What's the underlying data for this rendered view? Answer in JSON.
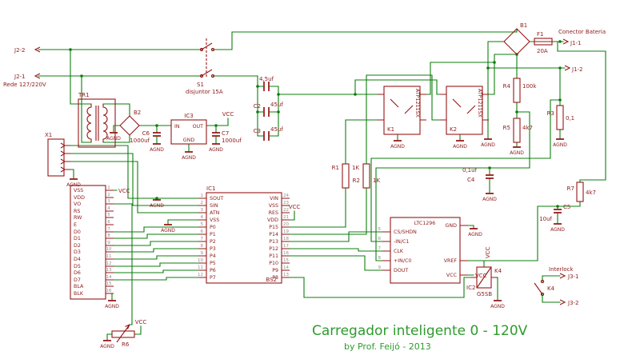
{
  "title": {
    "main": "Carregador inteligente 0 - 120V",
    "byline": "by Prof. Feijó - 2013"
  },
  "nets": {
    "vcc": "VCC",
    "agnd": "AGND"
  },
  "connectors": {
    "j2_2": "J2-2",
    "j2_1": "J2-1",
    "rede": "Rede 127/220V",
    "j1_1": "J1-1",
    "j1_2": "J1-2",
    "bateria": "Conector Bateria",
    "j3_1": "J3-1",
    "j3_2": "J3-2",
    "interlock": "Interlock",
    "x1": "X1"
  },
  "parts": {
    "tr1": {
      "ref": "TR1"
    },
    "b1": {
      "ref": "B1"
    },
    "b2": {
      "ref": "B2"
    },
    "s1": {
      "ref": "S1",
      "value": "disjuntor 15A"
    },
    "f1": {
      "ref": "F1",
      "value": "20A"
    },
    "ic3": {
      "ref": "IC3",
      "pin_in": "IN",
      "pin_out": "OUT",
      "pin_gnd": "GND"
    },
    "c6": {
      "ref": "C6",
      "value": "1000uf"
    },
    "c7": {
      "ref": "C7",
      "value": "1000uf"
    },
    "bank_c1_value": "4,5uf",
    "c2": {
      "ref": "C2",
      "value": "45uf"
    },
    "c3": {
      "ref": "C3",
      "value": "45uf"
    },
    "k1": {
      "ref": "K1",
      "value": "ATP1211SX"
    },
    "k2": {
      "ref": "K2",
      "value": "ATP1211SX"
    },
    "r1": {
      "ref": "R1",
      "value": "1K"
    },
    "r2": {
      "ref": "R2",
      "value": "1K"
    },
    "r3": {
      "ref": "R3",
      "value": "0,1"
    },
    "r4": {
      "ref": "R4",
      "value": "100k"
    },
    "r5": {
      "ref": "R5",
      "value": "4k7"
    },
    "r6": {
      "ref": "R6"
    },
    "r7": {
      "ref": "R7",
      "value": "4k7"
    },
    "c4": {
      "ref": "C4",
      "value": "0,1uf"
    },
    "c5": {
      "ref": "C5",
      "value": "10uf"
    },
    "k4_relay": {
      "ref": "K4",
      "value": "G5SB"
    },
    "k4_contact": {
      "ref": "K4"
    }
  },
  "ic1": {
    "ref": "IC1",
    "value": "BS2",
    "left_pins": [
      {
        "num": "1",
        "name": "SOUT"
      },
      {
        "num": "2",
        "name": "SIN"
      },
      {
        "num": "3",
        "name": "ATN"
      },
      {
        "num": "4",
        "name": "VSS"
      },
      {
        "num": "5",
        "name": "P0"
      },
      {
        "num": "6",
        "name": "P1"
      },
      {
        "num": "7",
        "name": "P2"
      },
      {
        "num": "8",
        "name": "P3"
      },
      {
        "num": "9",
        "name": "P4"
      },
      {
        "num": "10",
        "name": "P5"
      },
      {
        "num": "11",
        "name": "P6"
      },
      {
        "num": "12",
        "name": "P7"
      }
    ],
    "right_pins": [
      {
        "num": "24",
        "name": "VIN"
      },
      {
        "num": "23",
        "name": "VSS"
      },
      {
        "num": "22",
        "name": "RES"
      },
      {
        "num": "21",
        "name": "VDD"
      },
      {
        "num": "20",
        "name": "P15"
      },
      {
        "num": "19",
        "name": "P14"
      },
      {
        "num": "18",
        "name": "P13"
      },
      {
        "num": "17",
        "name": "P12"
      },
      {
        "num": "16",
        "name": "P11"
      },
      {
        "num": "15",
        "name": "P10"
      },
      {
        "num": "14",
        "name": "P9"
      },
      {
        "num": "13",
        "name": "P8"
      }
    ]
  },
  "ic2": {
    "ref": "IC2",
    "value": "LTC1296",
    "left_pins": [
      {
        "num": "5",
        "name": "CS/SHDN"
      },
      {
        "num": "6",
        "name": "-IN/C1"
      },
      {
        "num": "7",
        "name": "CLK"
      },
      {
        "num": "8",
        "name": "+IN/C0"
      },
      {
        "num": "9",
        "name": "DOUT"
      }
    ],
    "right_pins": [
      {
        "name": "GND"
      },
      {
        "name": "VREF"
      },
      {
        "name": "VCC"
      }
    ]
  },
  "lcd": {
    "pins": [
      {
        "num": "1",
        "name": "VSS"
      },
      {
        "num": "2",
        "name": "VDD"
      },
      {
        "num": "3",
        "name": "VO"
      },
      {
        "num": "4",
        "name": "RS"
      },
      {
        "num": "5",
        "name": "RW"
      },
      {
        "num": "6",
        "name": "E"
      },
      {
        "num": "7",
        "name": "D0"
      },
      {
        "num": "8",
        "name": "D1"
      },
      {
        "num": "9",
        "name": "D2"
      },
      {
        "num": "10",
        "name": "D3"
      },
      {
        "num": "11",
        "name": "D4"
      },
      {
        "num": "12",
        "name": "D5"
      },
      {
        "num": "13",
        "name": "D6"
      },
      {
        "num": "14",
        "name": "D7"
      },
      {
        "num": "15",
        "name": "BLA"
      },
      {
        "num": "16",
        "name": "BLK"
      }
    ]
  }
}
